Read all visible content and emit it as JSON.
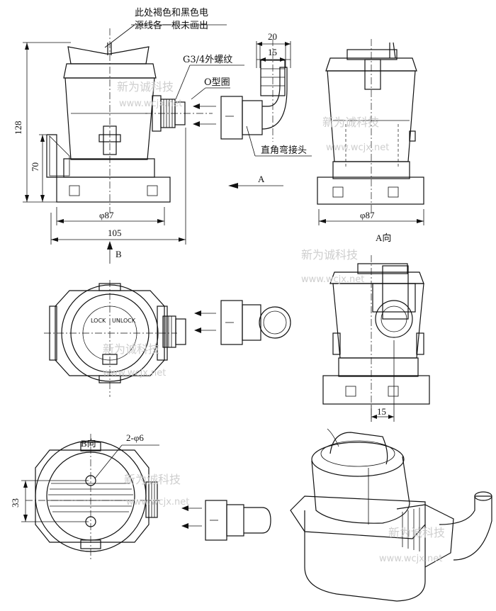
{
  "notes": {
    "wire_line1": "此处褐色和黑色电",
    "wire_line2": "源线各一根未画出",
    "thread": "G3/4外螺纹",
    "oring": "O型圈",
    "elbow": "直角弯接头"
  },
  "dimensions": {
    "d20": "20",
    "d15_top": "15",
    "d128": "128",
    "d70": "70",
    "phi87_left": "φ87",
    "phi87_right": "φ87",
    "d105": "105",
    "d15_bottom": "15",
    "two_phi6": "2-φ6",
    "d33": "33"
  },
  "view_labels": {
    "arrow_a": "A",
    "arrow_b": "B",
    "view_a": "A向",
    "view_b": "B向"
  },
  "lock_ring": {
    "lock": "LOCK",
    "unlock": "UNLOCK"
  },
  "watermark": {
    "brand": "新为诚科技",
    "url": "www.wcjx.net"
  }
}
